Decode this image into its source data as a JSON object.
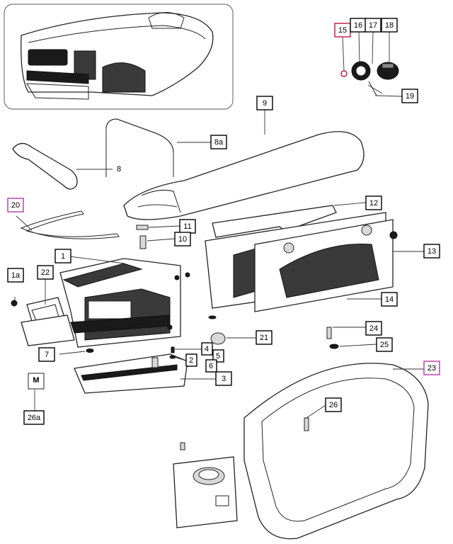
{
  "diagram": {
    "labels": [
      {
        "id": "15",
        "text": "15",
        "accent": "red"
      },
      {
        "id": "16",
        "text": "16"
      },
      {
        "id": "17",
        "text": "17"
      },
      {
        "id": "18",
        "text": "18"
      },
      {
        "id": "19",
        "text": "19"
      },
      {
        "id": "9",
        "text": "9"
      },
      {
        "id": "8a",
        "text": "8a"
      },
      {
        "id": "8",
        "text": "8"
      },
      {
        "id": "20",
        "text": "20",
        "accent": "pink"
      },
      {
        "id": "12",
        "text": "12"
      },
      {
        "id": "11",
        "text": "11"
      },
      {
        "id": "10",
        "text": "10"
      },
      {
        "id": "1",
        "text": "1"
      },
      {
        "id": "13",
        "text": "13"
      },
      {
        "id": "1a",
        "text": "1a"
      },
      {
        "id": "22",
        "text": "22"
      },
      {
        "id": "14",
        "text": "14"
      },
      {
        "id": "21",
        "text": "21"
      },
      {
        "id": "24",
        "text": "24"
      },
      {
        "id": "25",
        "text": "25"
      },
      {
        "id": "7",
        "text": "7"
      },
      {
        "id": "4",
        "text": "4"
      },
      {
        "id": "5",
        "text": "5"
      },
      {
        "id": "2",
        "text": "2"
      },
      {
        "id": "6",
        "text": "6"
      },
      {
        "id": "23",
        "text": "23",
        "accent": "pink"
      },
      {
        "id": "3",
        "text": "3"
      },
      {
        "id": "26",
        "text": "26"
      },
      {
        "id": "26a",
        "text": "26a"
      }
    ],
    "logo_letter": "M"
  }
}
